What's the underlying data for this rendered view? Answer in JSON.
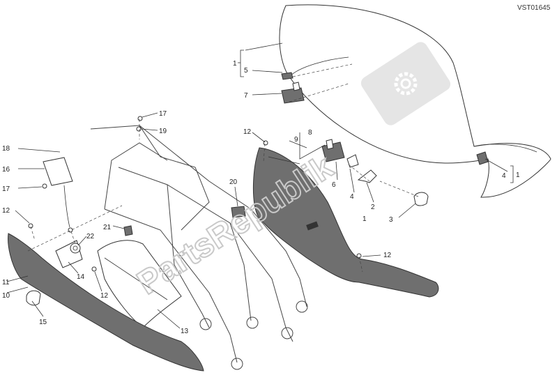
{
  "diagram": {
    "code": "VST01645",
    "watermark": "PartsRepublik",
    "watermark_logo_icon": "gear-icon",
    "callouts": [
      {
        "id": "c1a",
        "text": "1"
      },
      {
        "id": "c5",
        "text": "5"
      },
      {
        "id": "c7",
        "text": "7"
      },
      {
        "id": "c4a",
        "text": "4"
      },
      {
        "id": "c1b",
        "text": "1"
      },
      {
        "id": "c12a",
        "text": "12"
      },
      {
        "id": "c9",
        "text": "9"
      },
      {
        "id": "c8",
        "text": "8"
      },
      {
        "id": "c6",
        "text": "6"
      },
      {
        "id": "c4b",
        "text": "4"
      },
      {
        "id": "c2",
        "text": "2"
      },
      {
        "id": "c1c",
        "text": "1"
      },
      {
        "id": "c3",
        "text": "3"
      },
      {
        "id": "c17a",
        "text": "17"
      },
      {
        "id": "c19",
        "text": "19"
      },
      {
        "id": "c18",
        "text": "18"
      },
      {
        "id": "c16",
        "text": "16"
      },
      {
        "id": "c17b",
        "text": "17"
      },
      {
        "id": "c20",
        "text": "20"
      },
      {
        "id": "c12b",
        "text": "12"
      },
      {
        "id": "c21",
        "text": "21"
      },
      {
        "id": "c22",
        "text": "22"
      },
      {
        "id": "c14",
        "text": "14"
      },
      {
        "id": "c11",
        "text": "11"
      },
      {
        "id": "c10",
        "text": "10"
      },
      {
        "id": "c12c",
        "text": "12"
      },
      {
        "id": "c15",
        "text": "15"
      },
      {
        "id": "c13",
        "text": "13"
      },
      {
        "id": "c12d",
        "text": "12"
      }
    ]
  }
}
